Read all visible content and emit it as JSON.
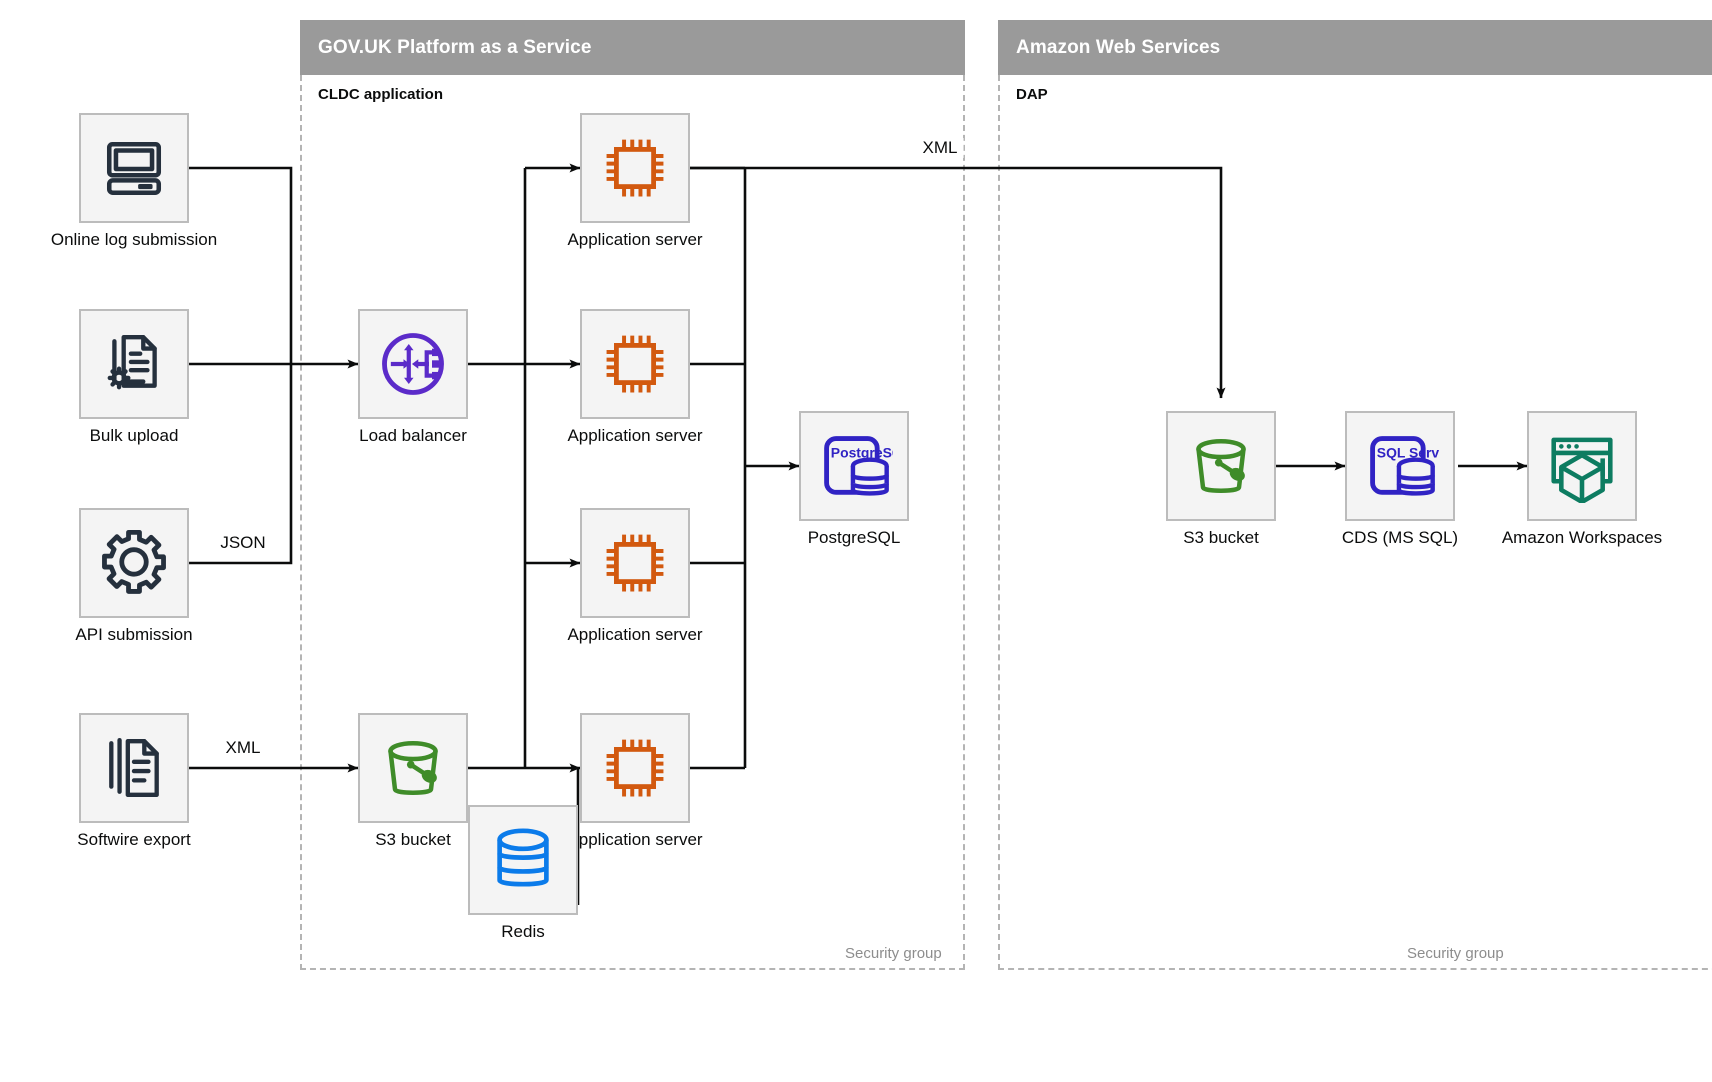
{
  "zones": [
    {
      "id": "paas",
      "title": "GOV.UK Platform as a Service",
      "sublabel": "CLDC application",
      "footnote": "Security group"
    },
    {
      "id": "aws",
      "title": "Amazon Web Services",
      "sublabel": "DAP",
      "footnote": "Security group"
    }
  ],
  "nodes": [
    {
      "id": "online-log-submission",
      "label": "Online log submission",
      "icon": "desktop-computer-icon",
      "color": "#25303d"
    },
    {
      "id": "bulk-upload",
      "label": "Bulk upload",
      "icon": "document-gear-icon",
      "color": "#25303d"
    },
    {
      "id": "api-submission",
      "label": "API submission",
      "icon": "gear-icon",
      "color": "#25303d"
    },
    {
      "id": "softwire-export",
      "label": "Softwire export",
      "icon": "documents-stack-icon",
      "color": "#25303d"
    },
    {
      "id": "load-balancer",
      "label": "Load balancer",
      "icon": "load-balancer-icon",
      "color": "#5b2bc9"
    },
    {
      "id": "app-server-1",
      "label": "Application server",
      "icon": "cpu-chip-icon",
      "color": "#d2590f"
    },
    {
      "id": "app-server-2",
      "label": "Application server",
      "icon": "cpu-chip-icon",
      "color": "#d2590f"
    },
    {
      "id": "app-server-3",
      "label": "Application server",
      "icon": "cpu-chip-icon",
      "color": "#d2590f"
    },
    {
      "id": "app-server-4",
      "label": "Application server",
      "icon": "cpu-chip-icon",
      "color": "#d2590f"
    },
    {
      "id": "s3-bucket-paas",
      "label": "S3 bucket",
      "icon": "bucket-icon",
      "color": "#3f8c29"
    },
    {
      "id": "redis",
      "label": "Redis",
      "icon": "database-icon",
      "color": "#0b7bea"
    },
    {
      "id": "postgresql",
      "label": "PostgreSQL",
      "icon": "postgresql-icon",
      "color": "#3023c4",
      "badge": "PostgreSQL"
    },
    {
      "id": "s3-bucket-aws",
      "label": "S3 bucket",
      "icon": "bucket-icon",
      "color": "#3f8c29"
    },
    {
      "id": "cds-ms-sql",
      "label": "CDS (MS SQL)",
      "icon": "sql-server-icon",
      "color": "#3023c4",
      "badge": "SQL Server"
    },
    {
      "id": "amazon-workspaces",
      "label": "Amazon Workspaces",
      "icon": "workspaces-cube-icon",
      "color": "#0d7c61"
    }
  ],
  "edge_labels": [
    {
      "id": "json-label",
      "text": "JSON"
    },
    {
      "id": "xml-source-label",
      "text": "XML"
    },
    {
      "id": "xml-export-label",
      "text": "XML"
    }
  ],
  "colors": {
    "zone_header": "#9a9a9a",
    "zone_border": "#b4b4b4",
    "node_fill": "#f4f4f4",
    "node_border": "#bcbcbc",
    "connector": "#0b0c0c",
    "text": "#0b0c0c",
    "muted_text": "#8d8d8d"
  }
}
